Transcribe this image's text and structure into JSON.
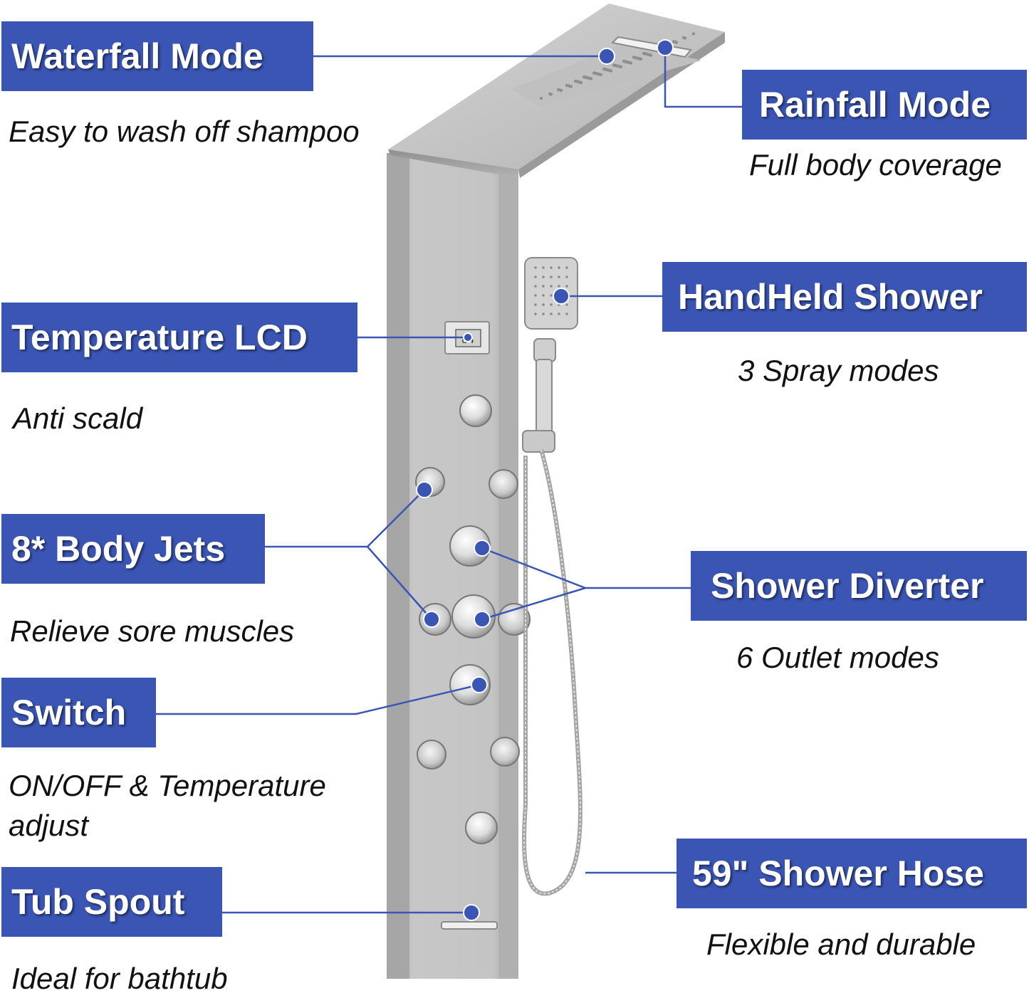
{
  "colors": {
    "accent": "#3a55b4",
    "connector": "#3a55b4",
    "panel": "#bcbcbc"
  },
  "lcd": {
    "reading": "84"
  },
  "features": [
    {
      "key": "waterfall",
      "title": "Waterfall Mode",
      "subtitle": "Easy to wash off shampoo"
    },
    {
      "key": "rainfall",
      "title": "Rainfall Mode",
      "subtitle": "Full body coverage"
    },
    {
      "key": "lcd",
      "title": "Temperature LCD",
      "subtitle": "Anti scald"
    },
    {
      "key": "handheld",
      "title": "HandHeld Shower",
      "subtitle": "3 Spray modes"
    },
    {
      "key": "jets",
      "title": "8* Body Jets",
      "subtitle": "Relieve sore muscles"
    },
    {
      "key": "diverter",
      "title": "Shower Diverter",
      "subtitle": "6 Outlet modes"
    },
    {
      "key": "switch",
      "title": "Switch",
      "subtitle_line1": "ON/OFF & Temperature",
      "subtitle_line2": "adjust"
    },
    {
      "key": "tub",
      "title": "Tub Spout",
      "subtitle": "Ideal for bathtub"
    },
    {
      "key": "hose",
      "title": "59\" Shower Hose",
      "subtitle": "Flexible and durable"
    }
  ]
}
